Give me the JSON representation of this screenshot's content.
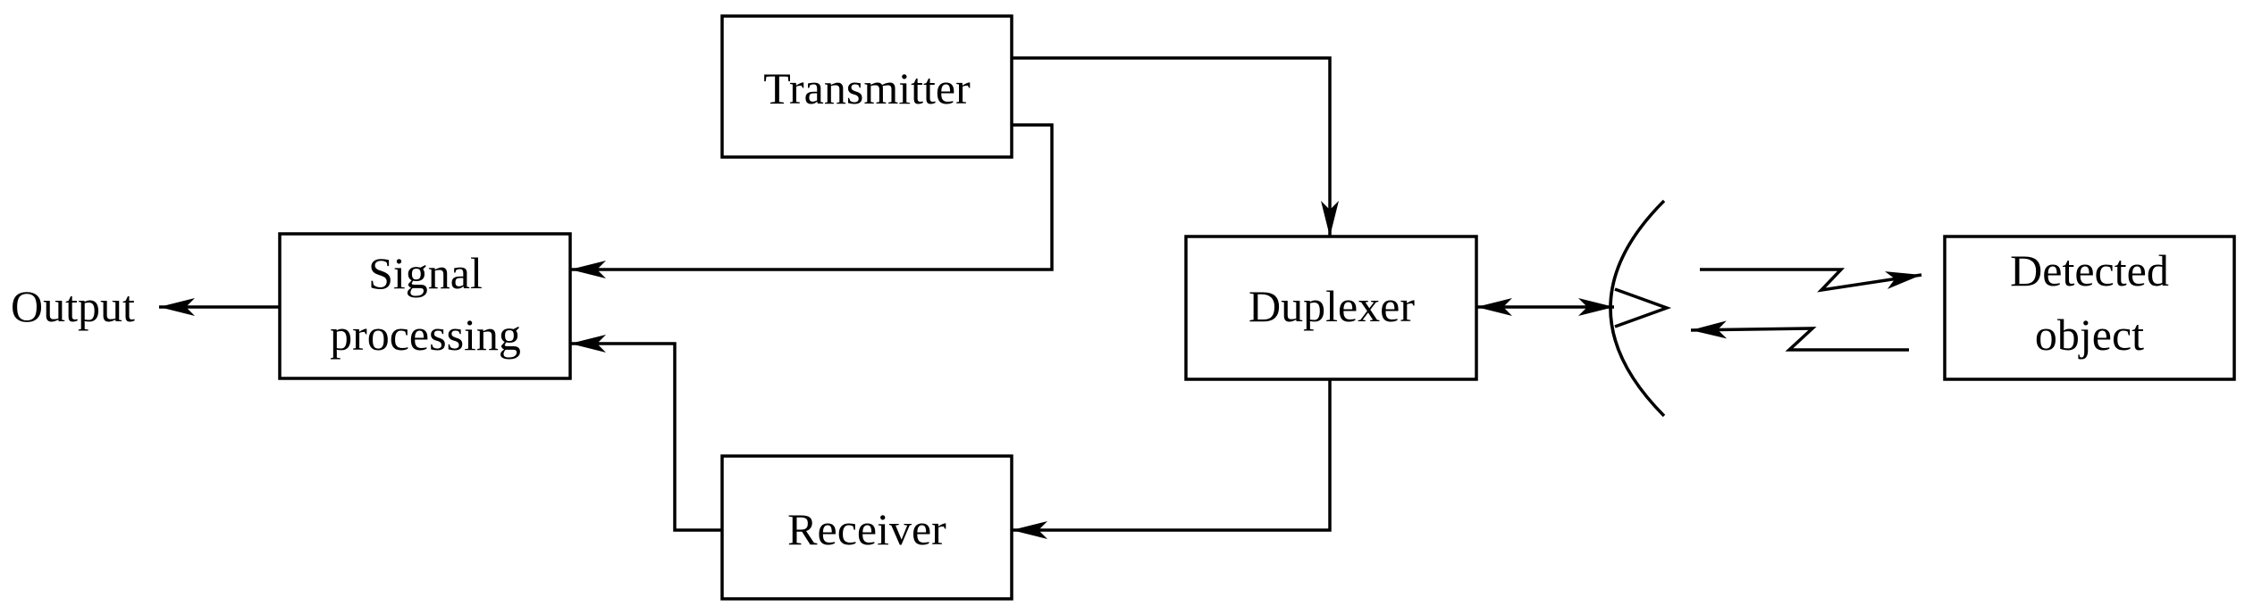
{
  "diagram": {
    "blocks": {
      "transmitter": "Transmitter",
      "signal_processing_line1": "Signal",
      "signal_processing_line2": "processing",
      "duplexer": "Duplexer",
      "receiver": "Receiver",
      "detected_object_line1": "Detected",
      "detected_object_line2": "object"
    },
    "output_label": "Output",
    "colors": {
      "stroke": "#000000",
      "background": "#ffffff"
    }
  }
}
